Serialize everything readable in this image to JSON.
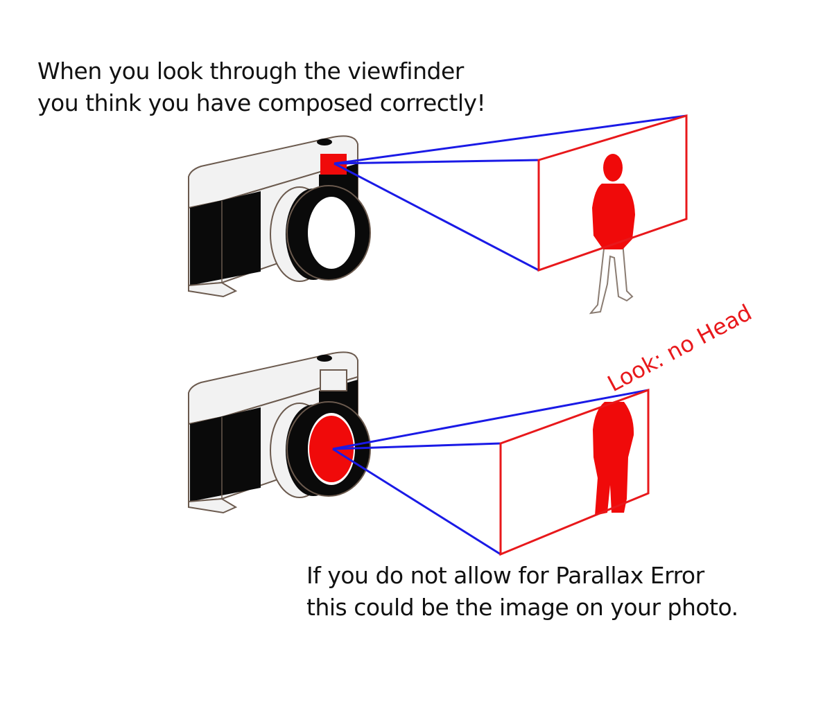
{
  "captions": {
    "top": {
      "line1": "When you look through the viewfinder",
      "line2": "you think you have composed correctly!"
    },
    "bottom": {
      "line1": "If you do not allow for Parallax Error",
      "line2": "this could be the image on your photo."
    }
  },
  "annotation": {
    "text": "Look: no Head",
    "color": "#e8181b",
    "rotation_deg": -28
  },
  "colors": {
    "sightline": "#1a1ae6",
    "frame": "#e8181b",
    "figure": "#f00a0a",
    "camera_body": "#0a0a0a",
    "camera_top": "#f2f2f2",
    "text": "#111111"
  },
  "scenes": [
    {
      "label": "viewfinder-view",
      "source": "viewfinder",
      "figure_head_visible": true
    },
    {
      "label": "lens-view",
      "source": "lens",
      "figure_head_visible": false
    }
  ]
}
